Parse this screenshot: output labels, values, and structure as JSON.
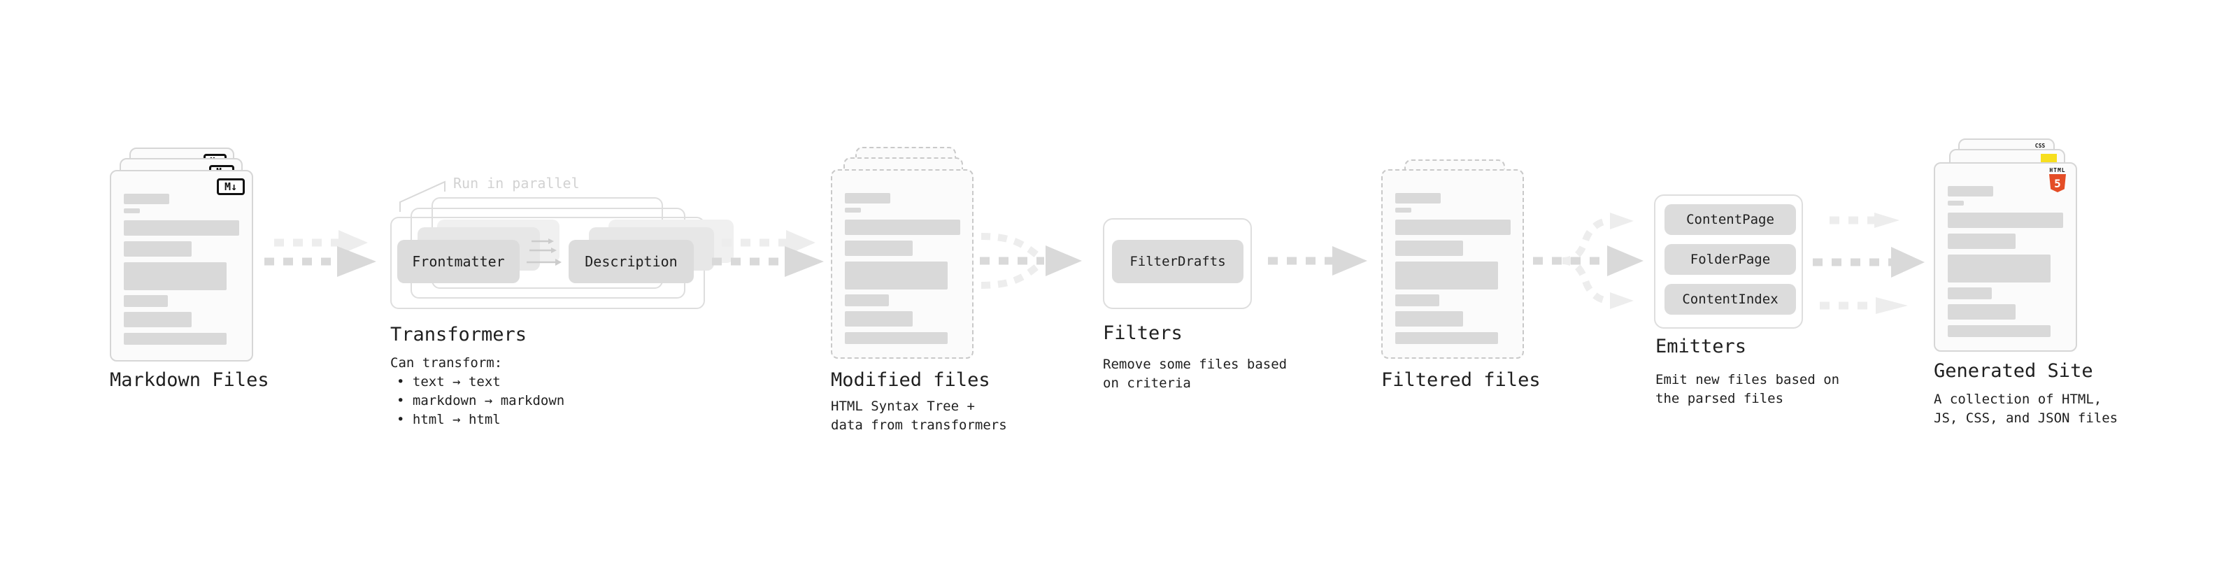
{
  "colors": {
    "text": "#1f1f1f",
    "muted_annotation": "#d2d2d2",
    "card_bg": "#fbfbfb",
    "card_border": "#d6d6d6",
    "dashed_border": "#c9c9c9",
    "box_border": "#dedede",
    "bar": "#d9d9d9",
    "pill_bg": "#dcdcdc",
    "pill_ghost1": "#e7e7e7",
    "pill_ghost2": "#f0f0f0",
    "arrow_dark": "#d9d9d9",
    "arrow_light": "#ededed",
    "arrow_thin": "#cccccc",
    "html5_orange": "#e44d26",
    "js_yellow": "#f7df1e",
    "css_blue": "#2965f1",
    "md_badge_border": "#111111"
  },
  "stages": {
    "markdown_files": {
      "title": "Markdown Files",
      "badge": "M↓"
    },
    "transformers": {
      "title": "Transformers",
      "annotation": "Run in parallel",
      "pills": [
        "Frontmatter",
        "Description"
      ],
      "heading": "Can transform:",
      "bullets": [
        "• text → text",
        "• markdown → markdown",
        "• html → html"
      ]
    },
    "modified_files": {
      "title": "Modified files",
      "subtitle": [
        "HTML Syntax Tree +",
        "data from transformers"
      ]
    },
    "filters": {
      "title": "Filters",
      "pill": "FilterDrafts",
      "subtitle": [
        "Remove some files based",
        "on criteria"
      ]
    },
    "filtered_files": {
      "title": "Filtered files"
    },
    "emitters": {
      "title": "Emitters",
      "pills": [
        "ContentPage",
        "FolderPage",
        "ContentIndex"
      ],
      "subtitle": [
        "Emit new files based on",
        "the parsed files"
      ]
    },
    "generated_site": {
      "title": "Generated Site",
      "subtitle": [
        "A collection of HTML,",
        "JS, CSS, and JSON files"
      ],
      "html_badge_label": "HTML",
      "html_badge_number": "5",
      "css_badge_label": "CSS"
    }
  }
}
